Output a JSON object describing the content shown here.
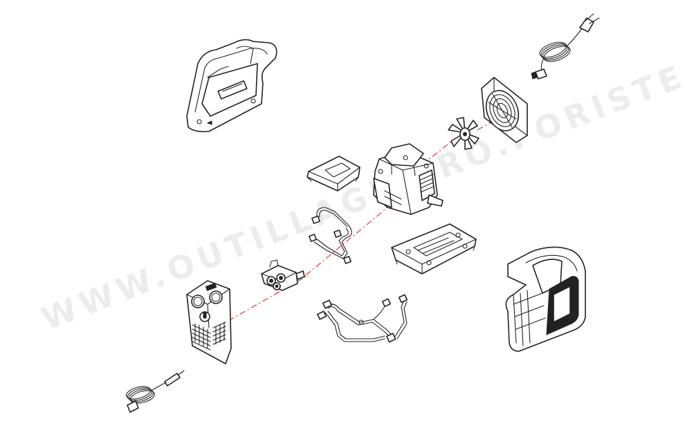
{
  "watermark": {
    "text": "WWW.OUTILLAGE-PRO.FORISTE.COM"
  },
  "colors": {
    "line": "#222222",
    "axis": "#e53030",
    "background": "#ffffff",
    "watermark": "#000000"
  },
  "parts": [
    {
      "id": "handle-cover",
      "icon": "handle-cover-icon"
    },
    {
      "id": "power-cord",
      "icon": "power-cord-icon"
    },
    {
      "id": "fan-shroud",
      "icon": "fan-shroud-icon"
    },
    {
      "id": "fan",
      "icon": "fan-icon"
    },
    {
      "id": "motor",
      "icon": "motor-icon"
    },
    {
      "id": "top-plate",
      "icon": "top-plate-icon"
    },
    {
      "id": "bypass-pipe",
      "icon": "pipe-icon"
    },
    {
      "id": "base-plate",
      "icon": "base-plate-icon"
    },
    {
      "id": "pump-head",
      "icon": "pump-icon"
    },
    {
      "id": "front-panel",
      "icon": "front-panel-icon"
    },
    {
      "id": "outlet-hose",
      "icon": "hose-icon"
    },
    {
      "id": "side-cover",
      "icon": "side-cover-icon"
    },
    {
      "id": "sensor-cable",
      "icon": "sensor-cable-icon"
    }
  ]
}
